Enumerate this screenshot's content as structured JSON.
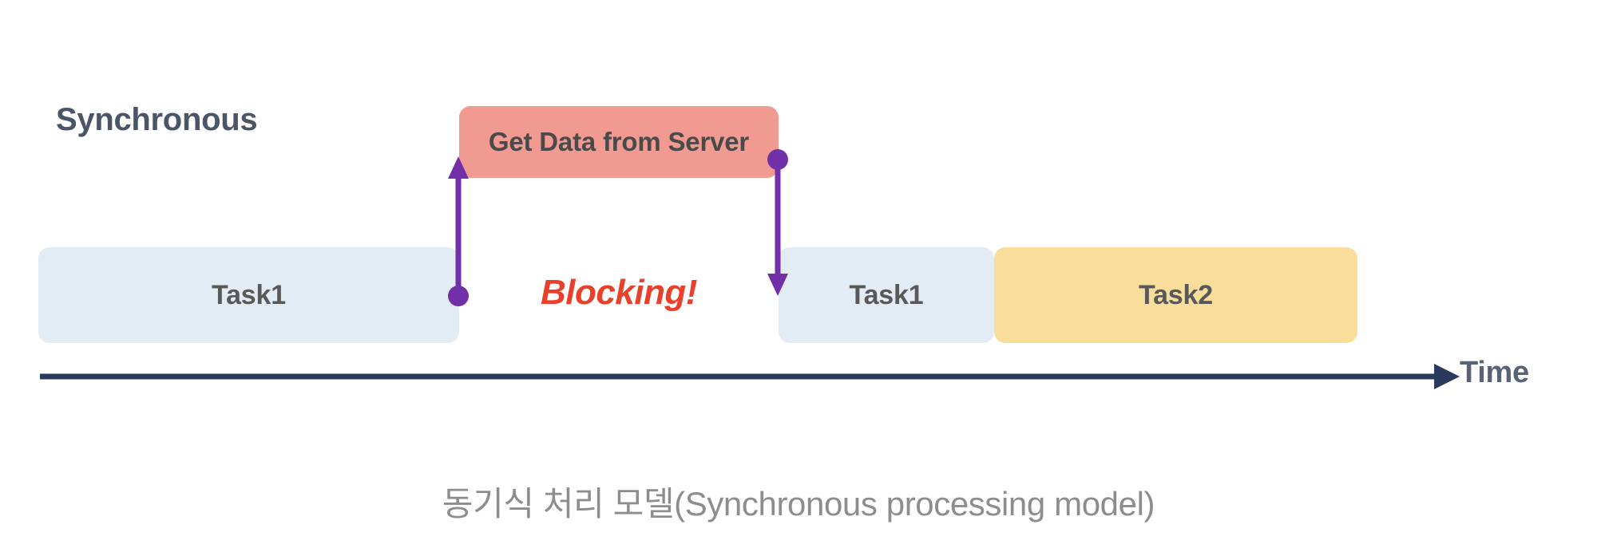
{
  "diagram": {
    "section_label": "Synchronous",
    "server_box": {
      "label": "Get Data from Server",
      "color": "#F09A92"
    },
    "blocking_note": {
      "label": "Blocking!",
      "color": "#E8402A"
    },
    "bars": [
      {
        "label": "Task1",
        "color": "#E3EBF4"
      },
      {
        "label": "Task1",
        "color": "#E3EBF4"
      },
      {
        "label": "Task2",
        "color": "#F8DD9B"
      }
    ],
    "axis": {
      "label": "Time",
      "color": "#2B3A5C"
    },
    "arrows": {
      "request_color": "#7230A8",
      "response_color": "#7230A8"
    }
  },
  "caption": {
    "text": "동기식 처리 모델(Synchronous processing model)",
    "color": "#8d8d8d"
  }
}
